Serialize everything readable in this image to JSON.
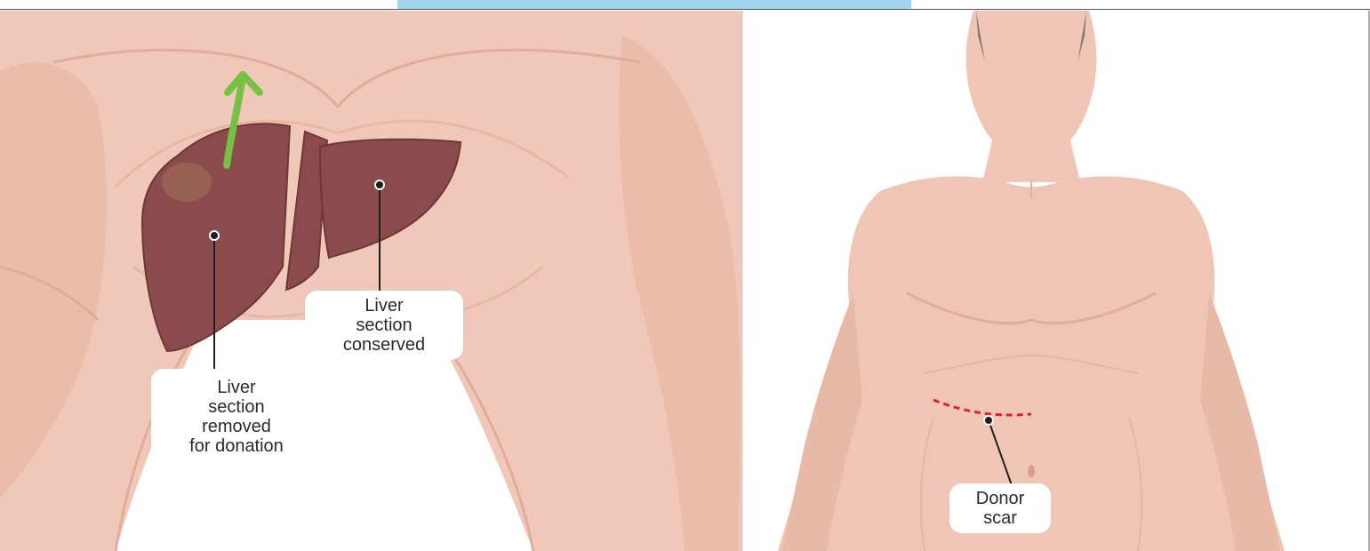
{
  "colors": {
    "skin": "#efc6b6",
    "skin_shadow": "#e4aa98",
    "liver": "#8b4b4d",
    "liver_dark": "#6e3739",
    "arrow": "#76c043",
    "scar": "#e0202a",
    "accent_tab": "#9fd3ee"
  },
  "labels": {
    "liver_removed": "Liver\nsection\nremoved\nfor donation",
    "liver_conserved": "Liver\nsection\nconserved",
    "donor_scar": "Donor\nscar"
  },
  "icons": {
    "arrow": "green-up-arrow"
  }
}
